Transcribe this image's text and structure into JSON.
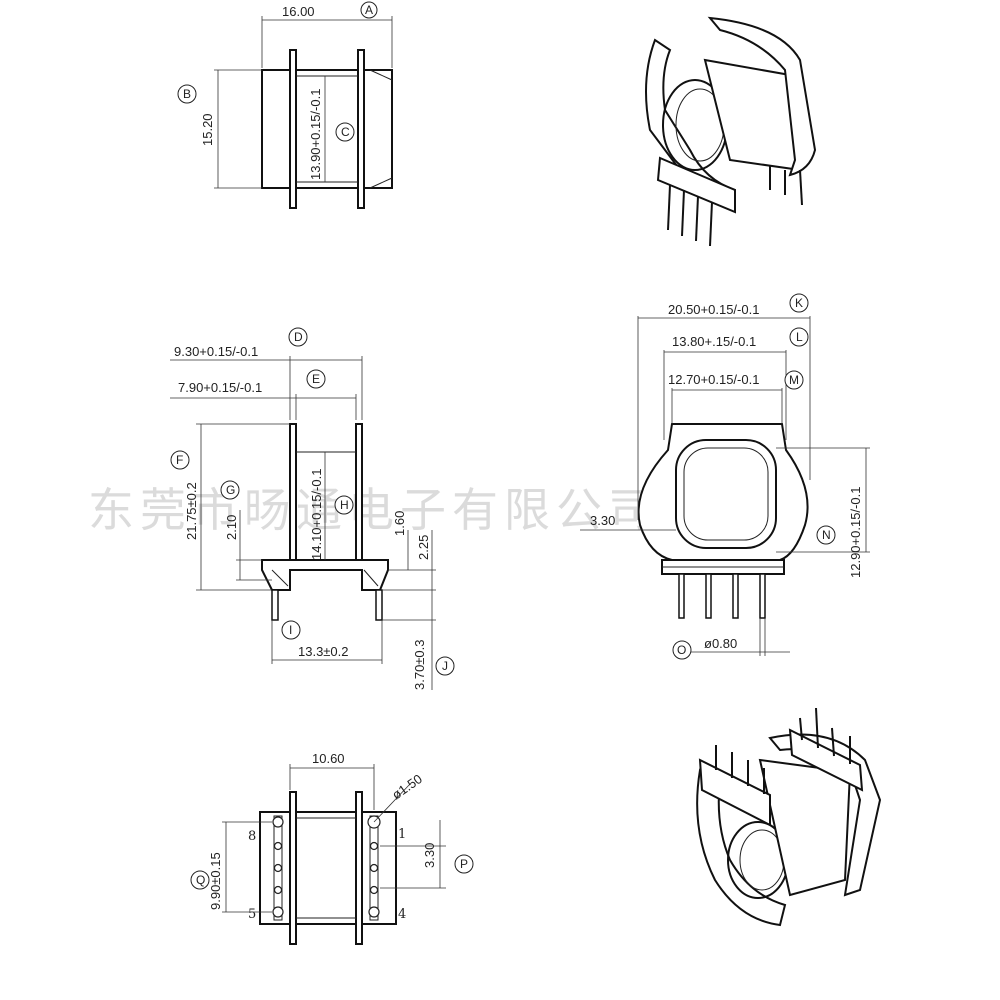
{
  "watermark": "东莞市旸通电子有限公司",
  "labels": [
    "A",
    "B",
    "C",
    "D",
    "E",
    "F",
    "G",
    "H",
    "I",
    "J",
    "K",
    "L",
    "M",
    "N",
    "O",
    "P",
    "Q"
  ],
  "dimensions": {
    "A": "16.00",
    "B": "15.20",
    "C": "13.90+0.15/-0.1",
    "D": "9.30+0.15/-0.1",
    "E": "7.90+0.15/-0.1",
    "F": "21.75±0.2",
    "G": "2.10",
    "H": "14.10+0.15/-0.1",
    "H2": "1.60",
    "H3": "2.25",
    "I": "13.3±0.2",
    "J": "3.70±0.3",
    "K": "20.50+0.15/-0.1",
    "L": "13.80+.15/-0.1",
    "M": "12.70+0.15/-0.1",
    "N": "12.90+0.15/-0.1",
    "O": "ø0.80",
    "side": "3.30",
    "bottom_width": "10.60",
    "hole": "ø1.50",
    "P": "3.30",
    "Q": "9.90±0.15"
  },
  "pin_numbers": {
    "p8": "8",
    "p1": "1",
    "p5": "5",
    "p4": "4"
  }
}
